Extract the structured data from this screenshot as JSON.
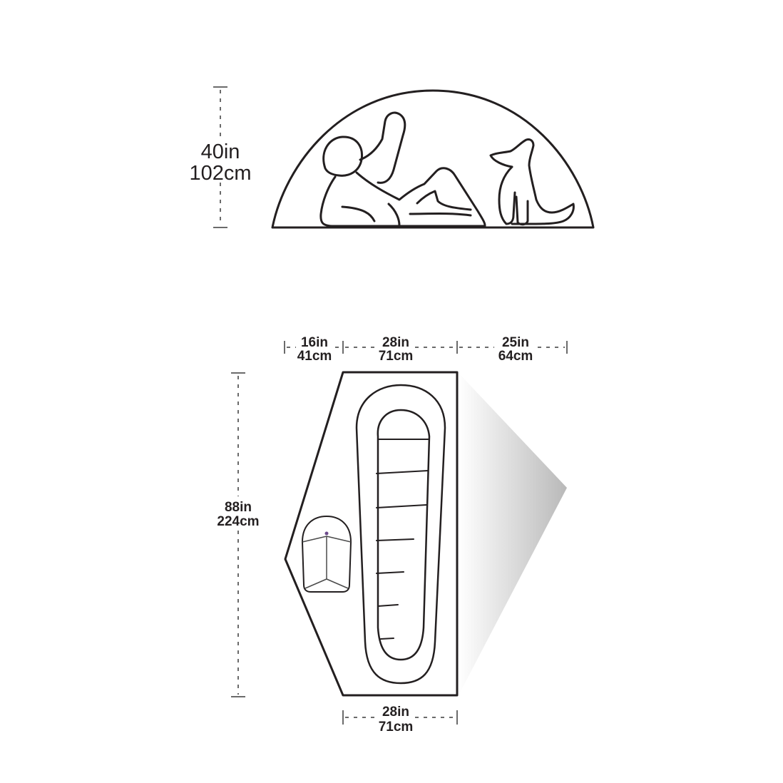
{
  "side_view": {
    "height_in": "40in",
    "height_cm": "102cm"
  },
  "floor_plan": {
    "vestibule_depth": {
      "in": "16in",
      "cm": "41cm"
    },
    "head_width": {
      "in": "28in",
      "cm": "71cm"
    },
    "door_awning_depth": {
      "in": "25in",
      "cm": "64cm"
    },
    "length": {
      "in": "88in",
      "cm": "224cm"
    },
    "foot_width": {
      "in": "28in",
      "cm": "71cm"
    }
  },
  "colors": {
    "line": "#231f20",
    "dimension_line": "#6b6b6b",
    "awning_shade": "#bdbdbd"
  }
}
